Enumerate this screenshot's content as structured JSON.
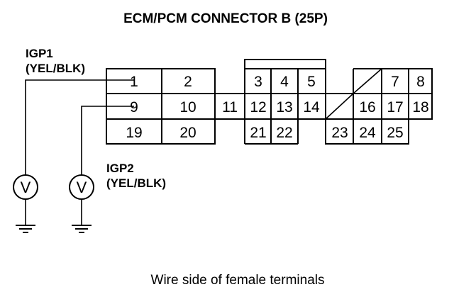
{
  "diagram": {
    "title": "ECM/PCM CONNECTOR B (25P)",
    "caption": "Wire side of female terminals",
    "probes": [
      {
        "name": "IGP1",
        "color": "(YEL/BLK)",
        "meter": "voltmeter-1",
        "terminal": "1"
      },
      {
        "name": "IGP2",
        "color": "(YEL/BLK)",
        "meter": "voltmeter-2",
        "terminal": "9"
      }
    ],
    "meter_symbol": "V",
    "terminals": [
      "1",
      "2",
      "3",
      "4",
      "5",
      "7",
      "8",
      "9",
      "10",
      "11",
      "12",
      "13",
      "14",
      "16",
      "17",
      "18",
      "19",
      "20",
      "21",
      "22",
      "23",
      "24",
      "25"
    ]
  }
}
